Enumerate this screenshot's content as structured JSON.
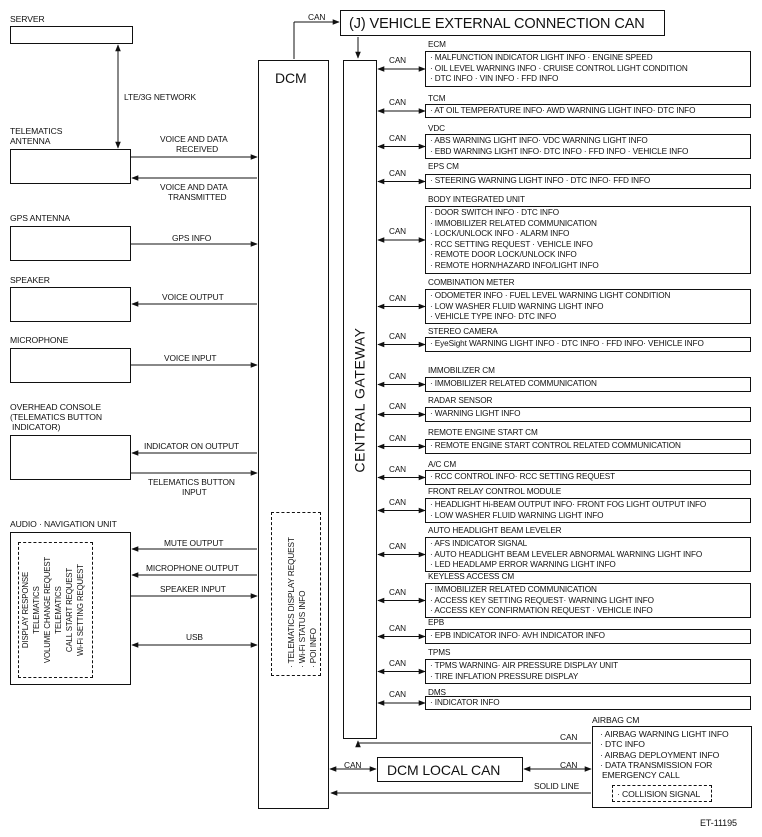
{
  "top": {
    "can_label": "CAN",
    "external_can_title": "(J) VEHICLE EXTERNAL CONNECTION CAN"
  },
  "left": {
    "server": "SERVER",
    "network": "LTE/3G NETWORK",
    "telematics_antenna": [
      "TELEMATICS",
      "ANTENNA"
    ],
    "voice_data_received": [
      "VOICE AND DATA",
      "RECEIVED"
    ],
    "voice_data_transmitted": [
      "VOICE AND DATA",
      "TRANSMITTED"
    ],
    "gps_antenna": "GPS ANTENNA",
    "gps_info": "GPS INFO",
    "speaker": "SPEAKER",
    "voice_output": "VOICE OUTPUT",
    "microphone": "MICROPHONE",
    "voice_input": "VOICE INPUT",
    "overhead_console": [
      "OVERHEAD CONSOLE",
      "(TELEMATICS BUTTON",
      "INDICATOR)"
    ],
    "indicator_on_output": "INDICATOR ON OUTPUT",
    "telematics_button_input": [
      "TELEMATICS BUTTON",
      "INPUT"
    ],
    "audio_nav": "AUDIO · NAVIGATION UNIT",
    "audio_signals": [
      "DISPLAY RESPONSE",
      "TELEMATICS",
      "VOLUME CHANGE REQUEST",
      "TELEMATICS",
      "CALL START REQUEST",
      "Wi-Fi SETTING REQUEST"
    ],
    "mute_output": "MUTE OUTPUT",
    "microphone_output": "MICROPHONE OUTPUT",
    "speaker_input": "SPEAKER INPUT",
    "usb": "USB"
  },
  "dcm": {
    "title": "DCM",
    "signals": [
      "· TELEMATICS DISPLAY REQUEST",
      "· Wi-Fi STATUS INFO",
      "· POI INFO"
    ]
  },
  "gateway": {
    "title": "CENTRAL GATEWAY"
  },
  "ecus": [
    {
      "name": "ECM",
      "can": "CAN",
      "lines": [
        "· MALFUNCTION INDICATOR LIGHT INFO · ENGINE SPEED",
        "· OIL LEVEL WARNING INFO · CRUISE CONTROL LIGHT CONDITION",
        "· DTC INFO · VIN INFO · FFD INFO"
      ]
    },
    {
      "name": "TCM",
      "can": "CAN",
      "lines": [
        "· AT OIL TEMPERATURE INFO· AWD WARNING LIGHT INFO· DTC INFO"
      ]
    },
    {
      "name": "VDC",
      "can": "CAN",
      "lines": [
        "· ABS WARNING LIGHT INFO· VDC WARNING LIGHT INFO",
        "· EBD WARNING LIGHT INFO· DTC INFO · FFD INFO · VEHICLE INFO"
      ]
    },
    {
      "name": "EPS CM",
      "can": "CAN",
      "lines": [
        "· STEERING WARNING LIGHT INFO · DTC INFO· FFD INFO"
      ]
    },
    {
      "name": "BODY INTEGRATED UNIT",
      "can": "CAN",
      "lines": [
        "· DOOR SWITCH INFO · DTC INFO",
        "· IMMOBILIZER RELATED COMMUNICATION",
        "· LOCK/UNLOCK INFO · ALARM INFO",
        "· RCC SETTING REQUEST · VEHICLE INFO",
        "· REMOTE DOOR LOCK/UNLOCK INFO",
        "· REMOTE HORN/HAZARD INFO/LIGHT INFO"
      ]
    },
    {
      "name": "COMBINATION METER",
      "can": "CAN",
      "lines": [
        "· ODOMETER INFO · FUEL LEVEL WARNING LIGHT CONDITION",
        "· LOW WASHER FLUID WARNING LIGHT INFO",
        "· VEHICLE TYPE INFO· DTC INFO"
      ]
    },
    {
      "name": "STEREO CAMERA",
      "can": "CAN",
      "lines": [
        "· EyeSight WARNING LIGHT INFO · DTC INFO · FFD INFO· VEHICLE INFO"
      ]
    },
    {
      "name": "IMMOBILIZER CM",
      "can": "CAN",
      "lines": [
        "· IMMOBILIZER RELATED COMMUNICATION"
      ]
    },
    {
      "name": "RADAR SENSOR",
      "can": "CAN",
      "lines": [
        "· WARNING LIGHT INFO"
      ]
    },
    {
      "name": "REMOTE ENGINE START CM",
      "can": "CAN",
      "lines": [
        "· REMOTE ENGINE START CONTROL RELATED COMMUNICATION"
      ]
    },
    {
      "name": "A/C CM",
      "can": "CAN",
      "lines": [
        "· RCC CONTROL INFO· RCC SETTING REQUEST"
      ]
    },
    {
      "name": "FRONT RELAY CONTROL MODULE",
      "can": "CAN",
      "lines": [
        "· HEADLIGHT Hi-BEAM OUTPUT INFO· FRONT FOG LIGHT OUTPUT INFO",
        "· LOW WASHER FLUID WARNING LIGHT INFO"
      ]
    },
    {
      "name": "AUTO HEADLIGHT BEAM LEVELER",
      "can": "CAN",
      "lines": [
        "· AFS INDICATOR SIGNAL",
        "· AUTO HEADLIGHT BEAM LEVELER ABNORMAL WARNING LIGHT INFO",
        "· LED HEADLAMP ERROR WARNING LIGHT INFO"
      ]
    },
    {
      "name": "KEYLESS ACCESS CM",
      "can": "CAN",
      "lines": [
        "· IMMOBILIZER RELATED COMMUNICATION",
        "· ACCESS KEY SETTING REQUEST· WARNING LIGHT INFO",
        "· ACCESS KEY CONFIRMATION REQUEST · VEHICLE INFO"
      ]
    },
    {
      "name": "EPB",
      "can": "CAN",
      "lines": [
        "· EPB INDICATOR INFO· AVH INDICATOR INFO"
      ]
    },
    {
      "name": "TPMS",
      "can": "CAN",
      "lines": [
        "· TPMS WARNING· AIR PRESSURE DISPLAY UNIT",
        "· TIRE INFLATION PRESSURE DISPLAY"
      ]
    },
    {
      "name": "DMS",
      "can": "CAN",
      "lines": [
        "· INDICATOR INFO"
      ]
    }
  ],
  "airbag": {
    "name": "AIRBAG CM",
    "can_upper": "CAN",
    "can_lower": "CAN",
    "lines": [
      "· AIRBAG WARNING LIGHT INFO",
      "· DTC INFO",
      "· AIRBAG DEPLOYMENT INFO",
      "· DATA TRANSMISSION FOR",
      "EMERGENCY CALL"
    ],
    "collision": "· COLLISION SIGNAL",
    "solid_line": "SOLID LINE"
  },
  "local_can": {
    "title": "DCM LOCAL CAN",
    "can_left": "CAN"
  },
  "figure_id": "ET-11195"
}
